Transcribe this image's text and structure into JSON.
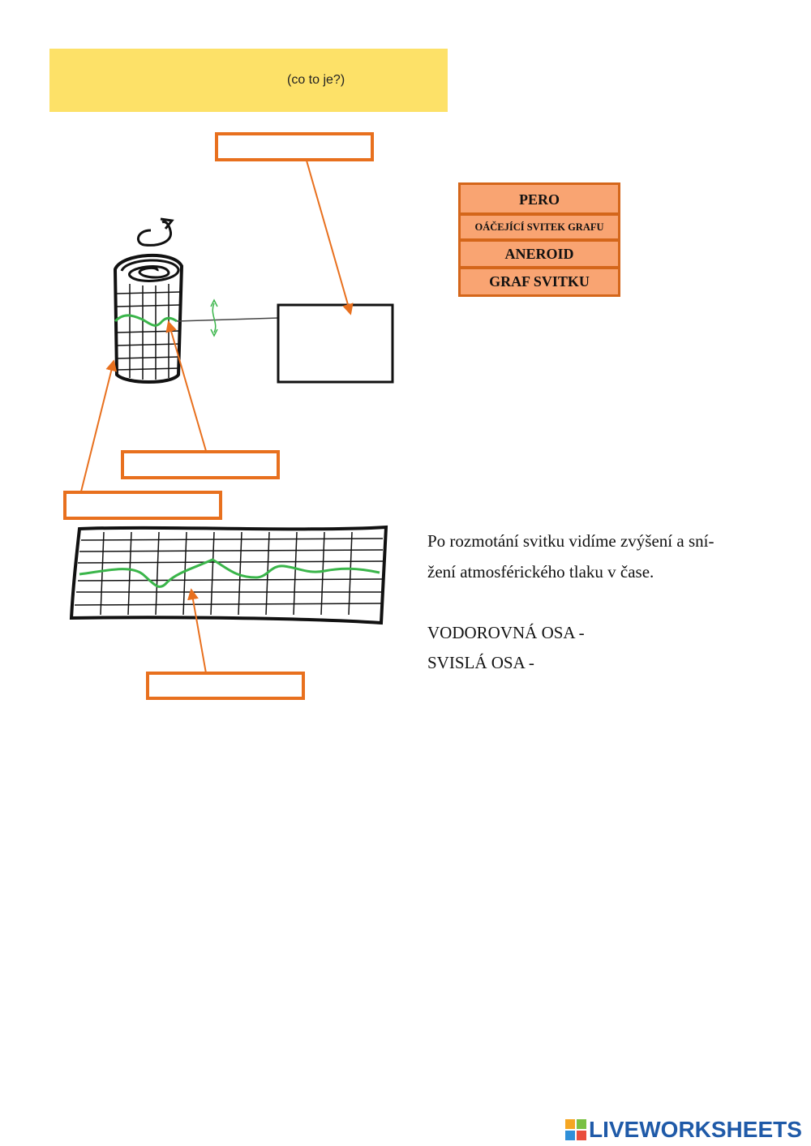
{
  "header": {
    "hint": "(co to je?)"
  },
  "word_bank": {
    "items": [
      "PERO",
      "OÁČEJÍCÍ SVITEK GRAFU",
      "ANEROID",
      "GRAF SVITKU"
    ]
  },
  "description": {
    "line1": "Po rozmotání svitku vidíme zvýšení a sní-",
    "line2": "žení atmosférického tlaku v čase.",
    "axis_horizontal": "VODOROVNÁ OSA -",
    "axis_vertical": "SVISLÁ OSA -"
  },
  "footer": {
    "brand": "LIVEWORKSHEETS"
  },
  "colors": {
    "banner": "#fde168",
    "answer_border": "#e8701e",
    "word_bank_fill": "#f9a472",
    "curve": "#3ab54a",
    "brand": "#1f5aa8"
  },
  "icons": {
    "logo_blocks": [
      "#f5a623",
      "#7ac143",
      "#2f8fd8",
      "#e94e3c"
    ]
  }
}
